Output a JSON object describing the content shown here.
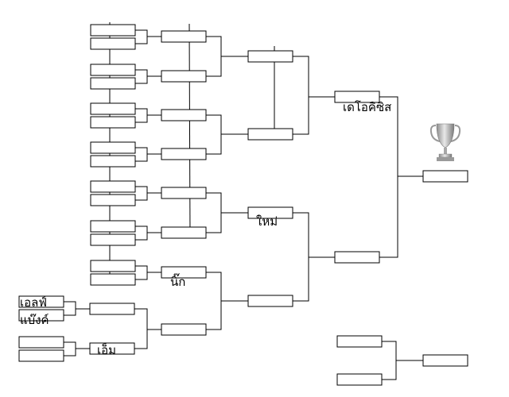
{
  "bracket": {
    "labels": {
      "round1_top_winner": "เดโอคิซิส",
      "quarter_winner": "ใหม่",
      "r2_winner": "นิ๊ก",
      "entrant_1": "เอลฟ์",
      "entrant_2": "แบ๊งค์",
      "entrant_3": "เอ็ม"
    },
    "icons": {
      "trophy": "trophy-icon"
    },
    "colors": {
      "line": "#000000",
      "box": "#ffffff",
      "trophy_metal": "#b9b9b9"
    }
  }
}
